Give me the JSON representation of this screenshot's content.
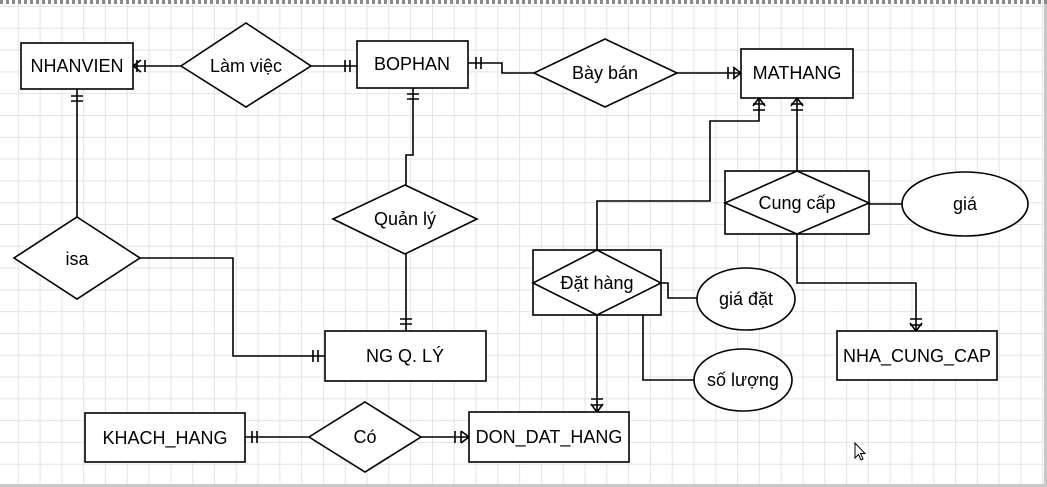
{
  "diagram": {
    "entities": {
      "nhanvien": "NHANVIEN",
      "bophan": "BOPHAN",
      "mathang": "MATHANG",
      "ngquanly": "NG Q. LÝ",
      "khachhang": "KHACH_HANG",
      "dondathang": "DON_DAT_HANG",
      "nhacungcap": "NHA_CUNG_CAP"
    },
    "relationships": {
      "lamviec": "Làm việc",
      "bayban": "Bày bán",
      "quanly": "Quản lý",
      "isa": "isa",
      "co": "Có",
      "dathang": "Đặt hàng",
      "cungcap": "Cung cấp"
    },
    "attributes": {
      "gia": "giá",
      "giadat": "giá đặt",
      "soluong": "số lượng"
    }
  },
  "colors": {
    "line": "#000000",
    "grid": "#e3e3e3",
    "background": "#ffffff"
  },
  "icons": {
    "cursor": "mouse-pointer-icon"
  }
}
